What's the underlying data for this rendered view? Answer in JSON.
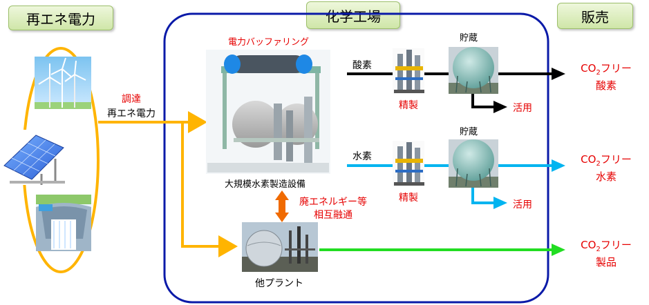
{
  "sections": {
    "renewable": "再エネ電力",
    "chemical_plant": "化学工場",
    "sales": "販売"
  },
  "labels": {
    "procure_1": "調達",
    "procure_2": "再エネ電力",
    "buffering": "電力バッファリング",
    "electrolysis": "大規模水素製造設備",
    "oxygen": "酸素",
    "hydrogen": "水素",
    "refine_o2": "精製",
    "refine_h2": "精製",
    "storage_o2": "貯蔵",
    "storage_h2": "貯蔵",
    "use_o2": "活用",
    "use_h2": "活用",
    "exchange_1": "廃エネルギー等",
    "exchange_2": "相互融通",
    "other_plant": "他プラント"
  },
  "outputs": {
    "oxygen": {
      "co2": "CO",
      "sub": "2",
      "free": "フリー",
      "product": "酸素"
    },
    "hydrogen": {
      "co2": "CO",
      "sub": "2",
      "free": "フリー",
      "product": "水素"
    },
    "product": {
      "co2": "CO",
      "sub": "2",
      "free": "フリー",
      "product": "製品"
    }
  },
  "colors": {
    "renewable_flow": "#ffb400",
    "oxygen_flow": "#000000",
    "hydrogen_flow": "#00b4f0",
    "product_flow": "#22dd22",
    "exchange_arrow": "#f06a00",
    "plant_border": "#0a1aa8",
    "output_text": "#e60000"
  }
}
